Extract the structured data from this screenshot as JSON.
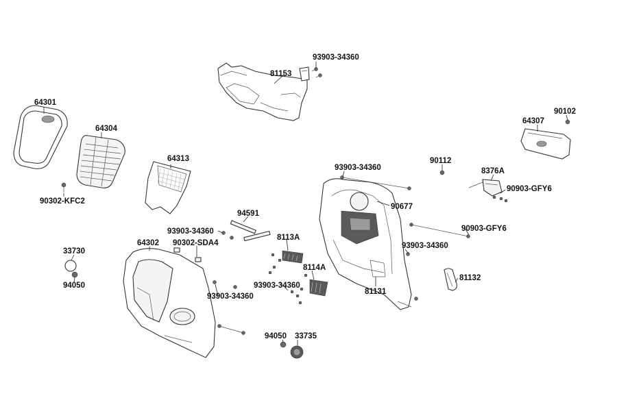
{
  "parts": [
    {
      "id": "p81153",
      "label": "81153"
    },
    {
      "id": "p93903a",
      "label": "93903-34360"
    },
    {
      "id": "p64301",
      "label": "64301"
    },
    {
      "id": "p64304",
      "label": "64304"
    },
    {
      "id": "p90102",
      "label": "90102"
    },
    {
      "id": "p64307",
      "label": "64307"
    },
    {
      "id": "p64313",
      "label": "64313"
    },
    {
      "id": "p93903b",
      "label": "93903-34360"
    },
    {
      "id": "p90112",
      "label": "90112"
    },
    {
      "id": "p8376A",
      "label": "8376A"
    },
    {
      "id": "p90302kfc2",
      "label": "90302-KFC2"
    },
    {
      "id": "p90903gfy6a",
      "label": "90903-GFY6"
    },
    {
      "id": "p90677",
      "label": "90677"
    },
    {
      "id": "p94591",
      "label": "94591"
    },
    {
      "id": "p93903c",
      "label": "93903-34360"
    },
    {
      "id": "p90903gfy6b",
      "label": "90903-GFY6"
    },
    {
      "id": "p64302",
      "label": "64302"
    },
    {
      "id": "p90302sda4",
      "label": "90302-SDA4"
    },
    {
      "id": "p8113A",
      "label": "8113A"
    },
    {
      "id": "p93903d",
      "label": "93903-34360"
    },
    {
      "id": "p33730",
      "label": "33730"
    },
    {
      "id": "p8114A",
      "label": "8114A"
    },
    {
      "id": "p81132",
      "label": "81132"
    },
    {
      "id": "p94050a",
      "label": "94050"
    },
    {
      "id": "p93903e",
      "label": "93903-34360"
    },
    {
      "id": "p81131",
      "label": "81131"
    },
    {
      "id": "p93903f",
      "label": "93903-34360"
    },
    {
      "id": "p94050b",
      "label": "94050"
    },
    {
      "id": "p33735",
      "label": "33735"
    }
  ]
}
